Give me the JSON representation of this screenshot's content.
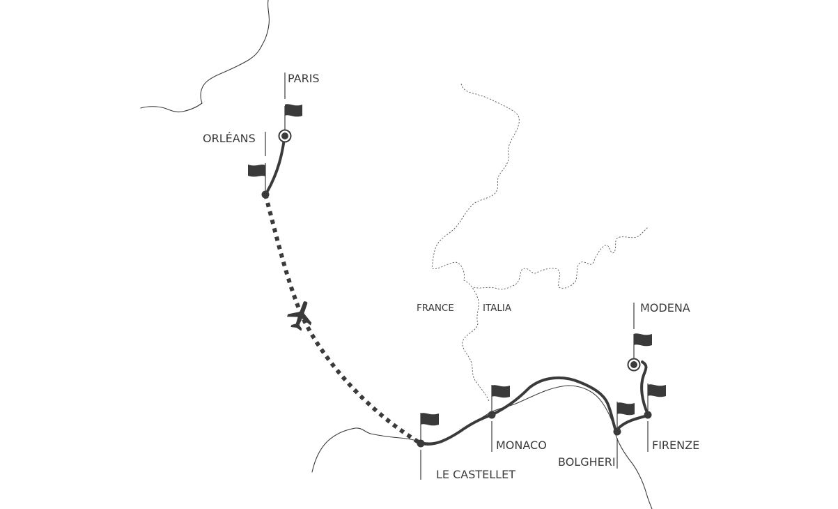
{
  "map": {
    "cities": {
      "paris": "PARIS",
      "orleans": "ORLÉANS",
      "le_castellet": "LE CASTELLET",
      "monaco": "MONACO",
      "bolgheri": "BOLGHERI",
      "firenze": "FIRENZE",
      "modena": "MODENA"
    },
    "countries": {
      "france": "FRANCE",
      "italia": "ITALIA"
    },
    "icons": [
      "flag-icon",
      "airplane-icon",
      "start-marker-icon",
      "end-marker-icon"
    ],
    "colors": {
      "ink": "#3a3a3a",
      "background": "#ffffff"
    }
  }
}
